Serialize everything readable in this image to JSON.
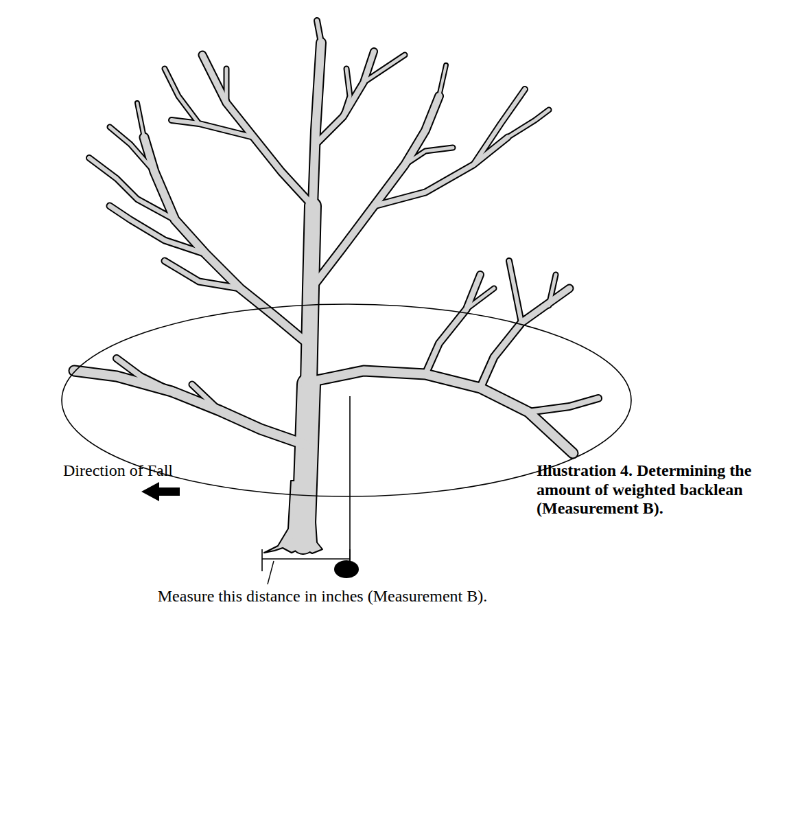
{
  "diagram": {
    "caption": "Illustration 4. Determining the amount of weighted backlean (Measurement B).",
    "labels": [
      "Direction of Fall",
      "Measure this distance in inches (Measurement B)."
    ]
  }
}
